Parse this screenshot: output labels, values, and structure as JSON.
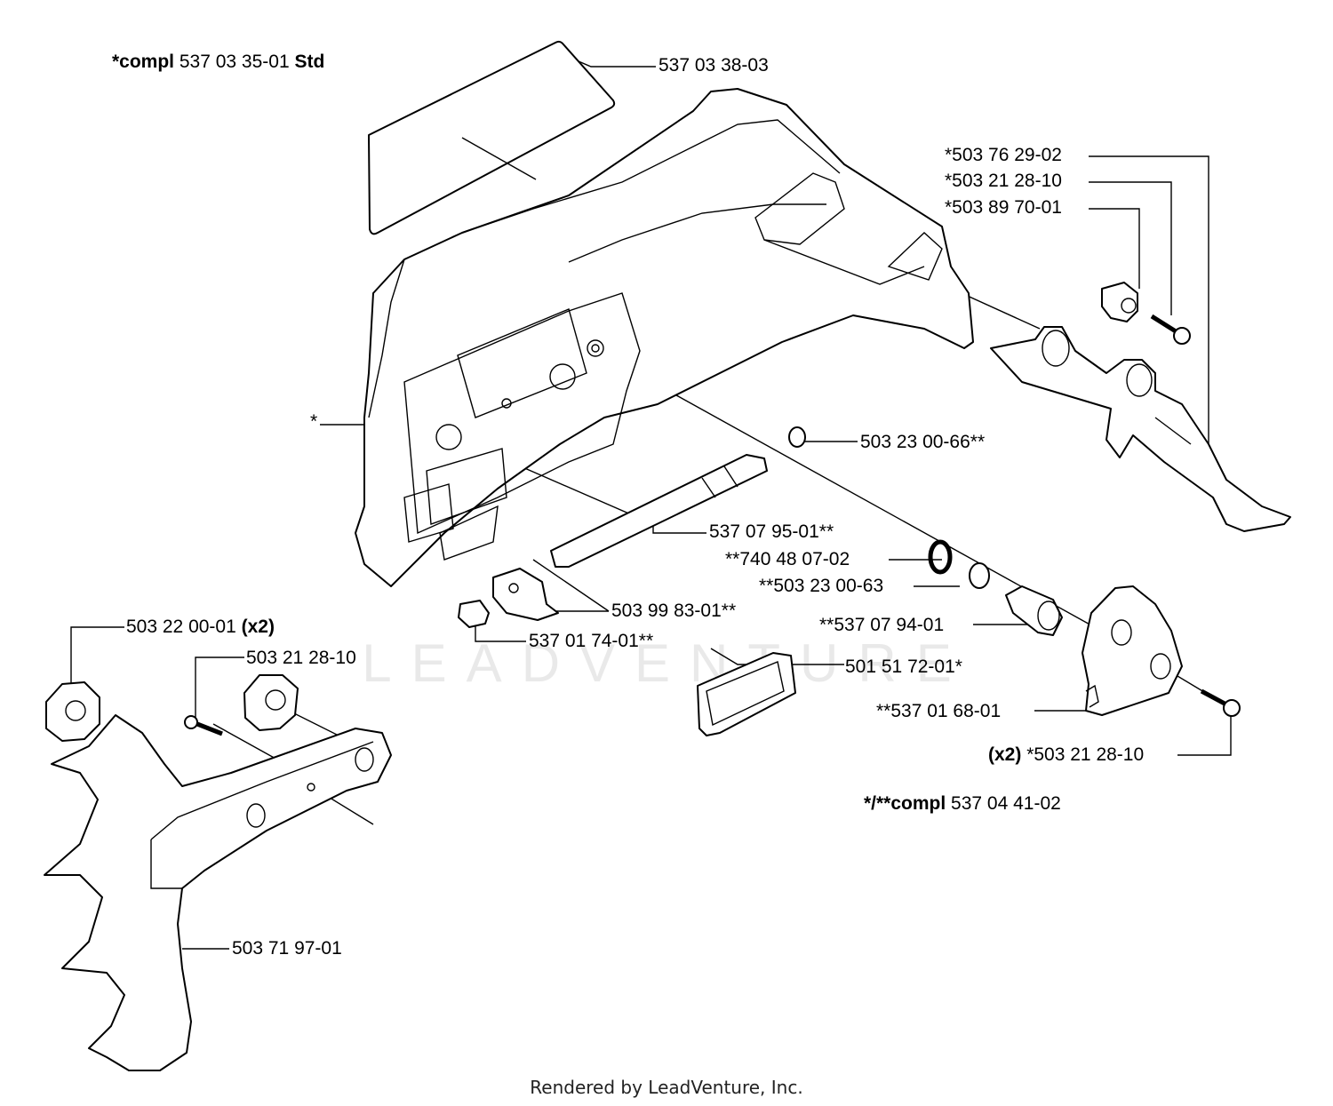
{
  "labels": {
    "compl_std": {
      "prefix": "*compl",
      "number": "537 03 35-01",
      "suffix": "Std"
    },
    "l_537_03_38_03": "537 03 38-03",
    "l_503_76_29_02": "*503 76 29-02",
    "l_503_21_28_10_a": "*503 21 28-10",
    "l_503_89_70_01": "*503 89 70-01",
    "l_star": "*",
    "l_503_23_00_66": "503 23 00-66**",
    "l_537_07_95_01": "537 07 95-01**",
    "l_740_48_07_02": "**740 48 07-02",
    "l_503_23_00_63": "**503 23 00-63",
    "l_503_99_83_01": "503 99 83-01**",
    "l_537_07_94_01": "**537 07 94-01",
    "l_537_01_74_01": "537 01 74-01**",
    "l_501_51_72_01": "501 51 72-01*",
    "l_537_01_68_01": "**537 01 68-01",
    "l_503_22_00_01": {
      "number": "503 22 00-01",
      "qty": "(x2)"
    },
    "l_503_21_28_10_b": "503 21 28-10",
    "l_x2_503_21_28_10": {
      "qty": "(x2)",
      "number": "*503 21 28-10"
    },
    "compl_kit": {
      "prefix": "*/**compl",
      "number": "537 04 41-02"
    },
    "l_503_71_97_01": "503 71 97-01"
  },
  "watermark": "LEADVENTURE",
  "footer": "Rendered by LeadVenture, Inc."
}
